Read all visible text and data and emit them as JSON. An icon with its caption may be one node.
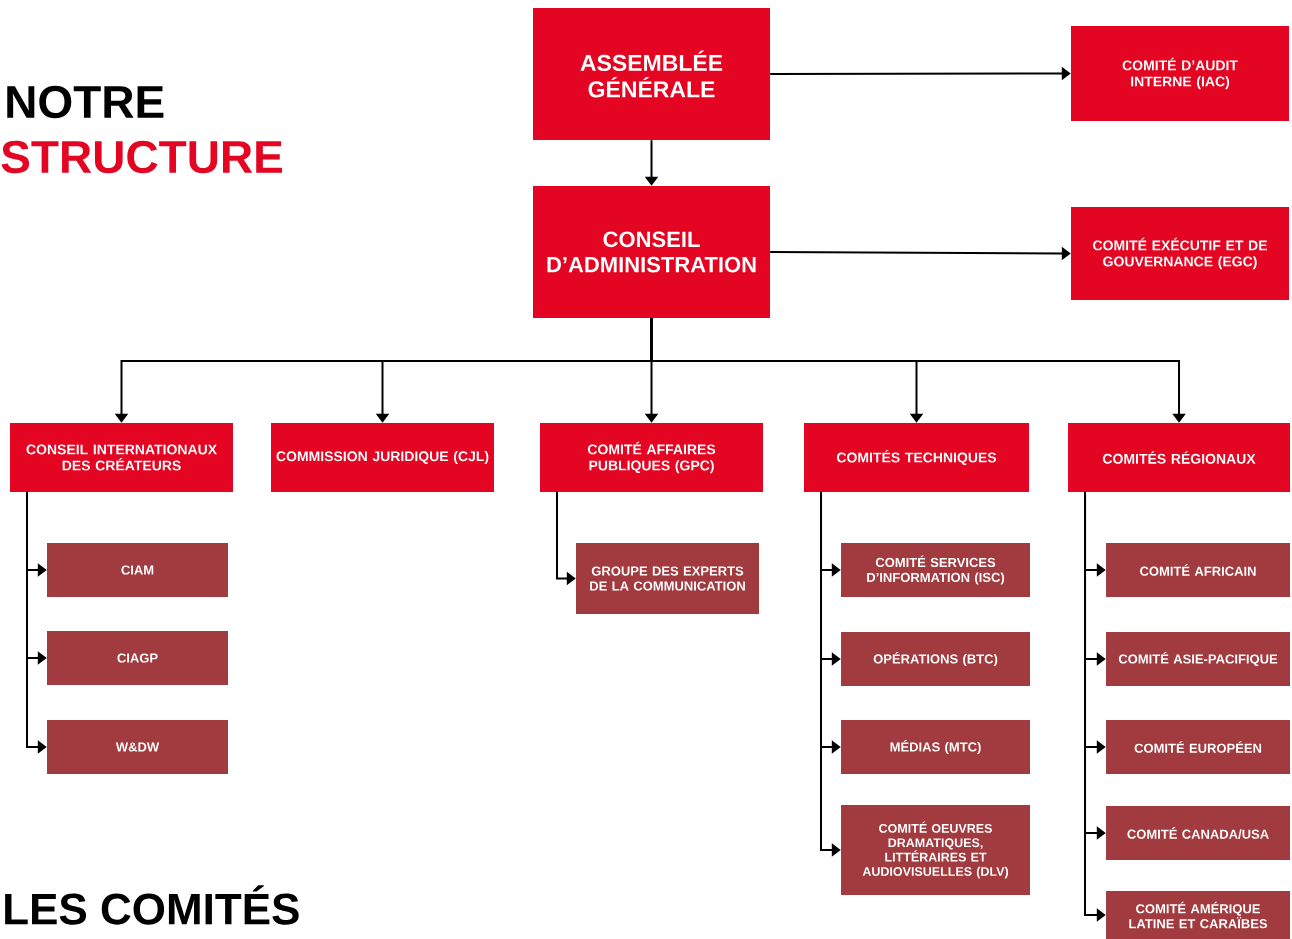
{
  "diagram": {
    "nodes": [
      {
        "text": [
          "ASSEMBLÉE GÉNÉRALE"
        ]
      },
      {
        "text": [
          "COMITÉ D’AUDIT INTERNE (IAC)"
        ]
      },
      {
        "text": [
          "CONSEIL D’ADMINISTRATION"
        ]
      },
      {
        "text": [
          "COMITÉ EXÉCUTIF ET DE GOUVERNANCE (EGC)"
        ]
      },
      {
        "text": [
          "CONSEIL INTERNATIONAUX DES CRÉATEURS"
        ]
      },
      {
        "text": [
          "COMMISSION JURIDIQUE (CJL)"
        ]
      },
      {
        "text": [
          "COMITÉ AFFAIRES PUBLIQUES (GPC)"
        ]
      },
      {
        "text": [
          "COMITÉS TECHNIQUES"
        ]
      },
      {
        "text": [
          "COMITÉS RÉGIONAUX"
        ]
      },
      {
        "text": [
          "CIAM"
        ]
      },
      {
        "text": [
          "CIAGP"
        ]
      },
      {
        "text": [
          "W&DW"
        ]
      },
      {
        "text": [
          "GROUPE DES EXPERTS DE LA COMMUNICATION"
        ]
      },
      {
        "text": [
          "COMITÉ SERVICES D’INFORMATION (ISC)"
        ]
      },
      {
        "text": [
          "OPÉRATIONS (BTC)"
        ]
      },
      {
        "text": [
          "MÉDIAS (MTC)"
        ]
      },
      {
        "text": [
          "COMITÉ OEUVRES DRAMATIQUES, LITTÉRAIRES ET AUDIOVISUELLES (DLV)"
        ]
      },
      {
        "text": [
          "COMITÉ AFRICAIN"
        ]
      },
      {
        "text": [
          "COMITÉ ASIE-PACIFIQUE"
        ]
      },
      {
        "text": [
          "COMITÉ EUROPÉEN"
        ]
      },
      {
        "text": [
          "COMITÉ CANADA/USA"
        ]
      },
      {
        "text": [
          "COMITÉ AMÉRIQUE LATINE ET CARAÏBES"
        ]
      }
    ],
    "edges": [
      {
        "from": 0,
        "to": 1,
        "arrow": "to"
      },
      {
        "from": 0,
        "to": 2,
        "arrow": "to"
      },
      {
        "from": 2,
        "to": 3,
        "arrow": "to"
      },
      {
        "from": 2,
        "to": 4,
        "arrow": "to"
      },
      {
        "from": 2,
        "to": 5,
        "arrow": "to"
      },
      {
        "from": 2,
        "to": 6,
        "arrow": "to"
      },
      {
        "from": 2,
        "to": 7,
        "arrow": "to"
      },
      {
        "from": 2,
        "to": 8,
        "arrow": "to"
      },
      {
        "from": 4,
        "to": 9,
        "arrow": "to"
      },
      {
        "from": 4,
        "to": 10,
        "arrow": "to"
      },
      {
        "from": 4,
        "to": 11,
        "arrow": "to"
      },
      {
        "from": 6,
        "to": 12,
        "arrow": "to"
      },
      {
        "from": 7,
        "to": 13,
        "arrow": "to"
      },
      {
        "from": 7,
        "to": 14,
        "arrow": "to"
      },
      {
        "from": 7,
        "to": 15,
        "arrow": "to"
      },
      {
        "from": 7,
        "to": 16,
        "arrow": "to"
      },
      {
        "from": 8,
        "to": 17,
        "arrow": "to"
      },
      {
        "from": 8,
        "to": 18,
        "arrow": "to"
      },
      {
        "from": 8,
        "to": 19,
        "arrow": "to"
      },
      {
        "from": 8,
        "to": 20,
        "arrow": "to"
      },
      {
        "from": 8,
        "to": 21,
        "arrow": "to"
      }
    ],
    "labels": [
      "NOTRE",
      "STRUCTURE",
      "LES COMITÉS"
    ]
  }
}
